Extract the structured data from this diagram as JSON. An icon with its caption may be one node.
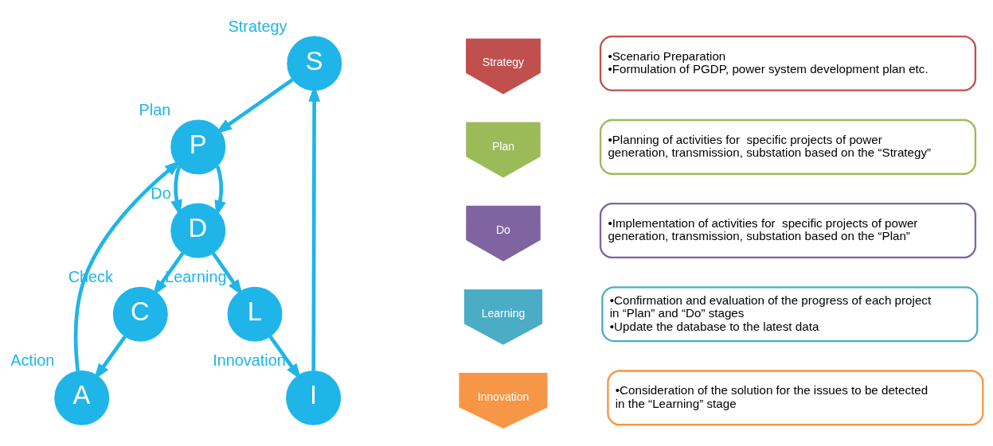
{
  "diagram": {
    "nodes": [
      {
        "text": [
          "S"
        ],
        "beside": [
          "Strategy"
        ]
      },
      {
        "text": [
          "P"
        ],
        "beside": [
          "Plan"
        ]
      },
      {
        "text": [
          "D"
        ],
        "beside": [
          "Do"
        ]
      },
      {
        "text": [
          "L"
        ],
        "beside": [
          "Learning"
        ]
      },
      {
        "text": [
          "I"
        ],
        "beside": [
          "Innovation"
        ]
      },
      {
        "text": [
          "A"
        ],
        "beside": [
          "Action"
        ]
      },
      {
        "text": [
          "C"
        ],
        "beside": [
          "Check"
        ]
      },
      {
        "text": [
          "Strategy"
        ]
      },
      {
        "text": [
          "•Scenario Preparation",
          "•Formulation of PGDP, power system development plan etc."
        ]
      },
      {
        "text": [
          "Plan"
        ]
      },
      {
        "text": [
          "•Planning of activities for  specific projects of power generation, transmission, substation based on the “Strategy”"
        ]
      },
      {
        "text": [
          "Do"
        ]
      },
      {
        "text": [
          "•Implementation of activities for  specific projects of power generation, transmission, substation based on the “Plan”"
        ]
      },
      {
        "text": [
          "Learning"
        ]
      },
      {
        "text": [
          "•Confirmation and evaluation of the progress of each project in “Plan” and “Do” stages",
          "•Update the database to the latest data"
        ]
      },
      {
        "text": [
          "Innovation"
        ]
      },
      {
        "text": [
          "•Consideration of the solution for the issues to be detected in the “Learning” stage"
        ]
      }
    ],
    "edges": [
      {
        "from": 4,
        "to": 0,
        "arrow": "to"
      },
      {
        "from": 0,
        "to": 1,
        "arrow": "to"
      },
      {
        "from": 1,
        "to": 2,
        "arrow": "to"
      },
      {
        "from": 2,
        "to": 3,
        "arrow": "to"
      },
      {
        "from": 3,
        "to": 4,
        "arrow": "to"
      },
      {
        "from": 1,
        "to": 2,
        "arrow": "to"
      },
      {
        "from": 2,
        "to": 6,
        "arrow": "to"
      },
      {
        "from": 6,
        "to": 5,
        "arrow": "to"
      },
      {
        "from": 5,
        "to": 1,
        "arrow": "to"
      }
    ]
  }
}
